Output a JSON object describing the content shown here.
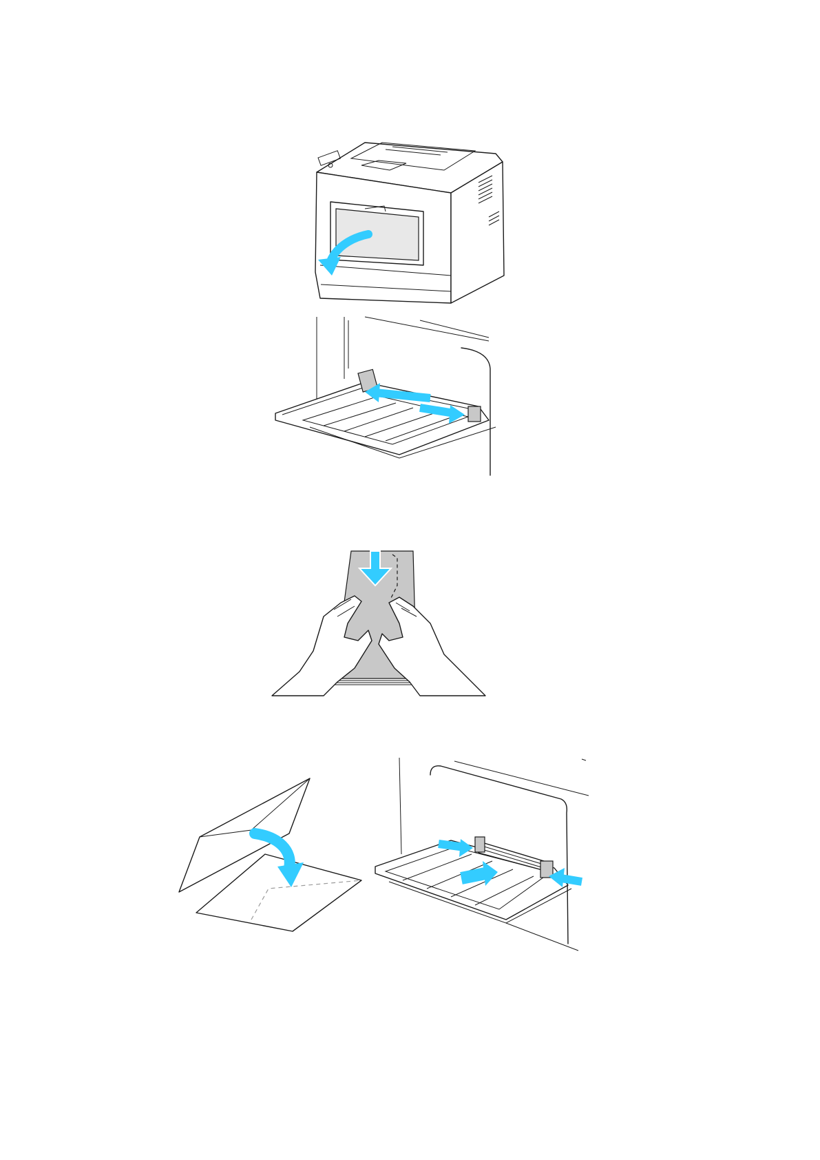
{
  "colors": {
    "arrow": "#33ccff",
    "line": "#1a1a1a",
    "envelope_fill": "#c8c8c8",
    "background": "#ffffff"
  },
  "figures": [
    {
      "name": "open-bypass-tray",
      "icon": "printer-illustration"
    },
    {
      "name": "slide-width-guides-out",
      "icon": "tray-guides-illustration"
    },
    {
      "name": "flex-envelope-stack",
      "icon": "hands-envelopes-illustration"
    },
    {
      "name": "fold-flap-and-load-envelopes",
      "icon": "envelope-loading-illustration"
    }
  ]
}
